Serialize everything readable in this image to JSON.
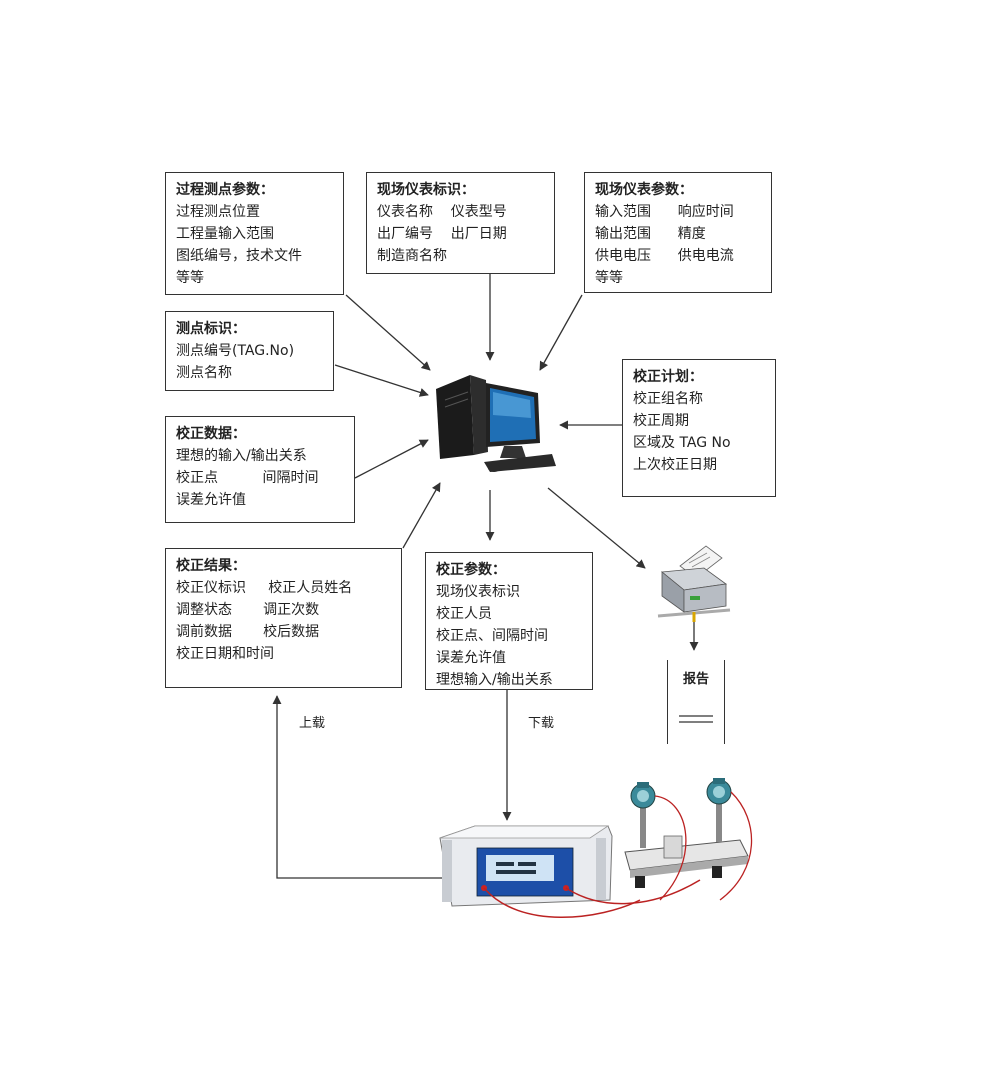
{
  "boxes": {
    "process": {
      "title": "过程测点参数：",
      "lines": [
        "过程测点位置",
        "工程量输入范围",
        "图纸编号，技术文件",
        "等等"
      ]
    },
    "field_id": {
      "title": "现场仪表标识：",
      "lines": [
        "仪表名称    仪表型号",
        "出厂编号    出厂日期",
        "制造商名称"
      ]
    },
    "field_param": {
      "title": "现场仪表参数：",
      "lines": [
        "输入范围      响应时间",
        "输出范围      精度",
        "供电电压      供电电流",
        "等等"
      ]
    },
    "point_id": {
      "title": "测点标识：",
      "lines": [
        "测点编号(TAG.No)",
        "测点名称"
      ]
    },
    "cal_data": {
      "title": "校正数据：",
      "lines": [
        "理想的输入/输出关系",
        "校正点          间隔时间",
        "误差允许值"
      ]
    },
    "cal_plan": {
      "title": "校正计划：",
      "lines": [
        "校正组名称",
        "校正周期",
        "区域及 TAG No",
        "上次校正日期"
      ]
    },
    "cal_result": {
      "title": "校正结果：",
      "lines": [
        "校正仪标识     校正人员姓名",
        "调整状态       调正次数",
        "调前数据       校后数据",
        "校正日期和时间"
      ]
    },
    "cal_param": {
      "title": "校正参数：",
      "lines": [
        "现场仪表标识",
        "校正人员",
        "校正点、间隔时间",
        "误差允许值",
        "理想输入/输出关系"
      ]
    }
  },
  "labels": {
    "upload": "上载",
    "download": "下载",
    "report": "报告"
  },
  "icons": [
    "computer-icon",
    "printer-icon",
    "calibrator-device-icon",
    "pressure-transmitter-icon"
  ],
  "colors": {
    "line": "#333333",
    "monitor": "#1f6fb5",
    "pc_case": "#1b1b1b",
    "panel": "#1d4fa8",
    "device": "#e9ebef",
    "transmitter": "#3a8a9a"
  }
}
